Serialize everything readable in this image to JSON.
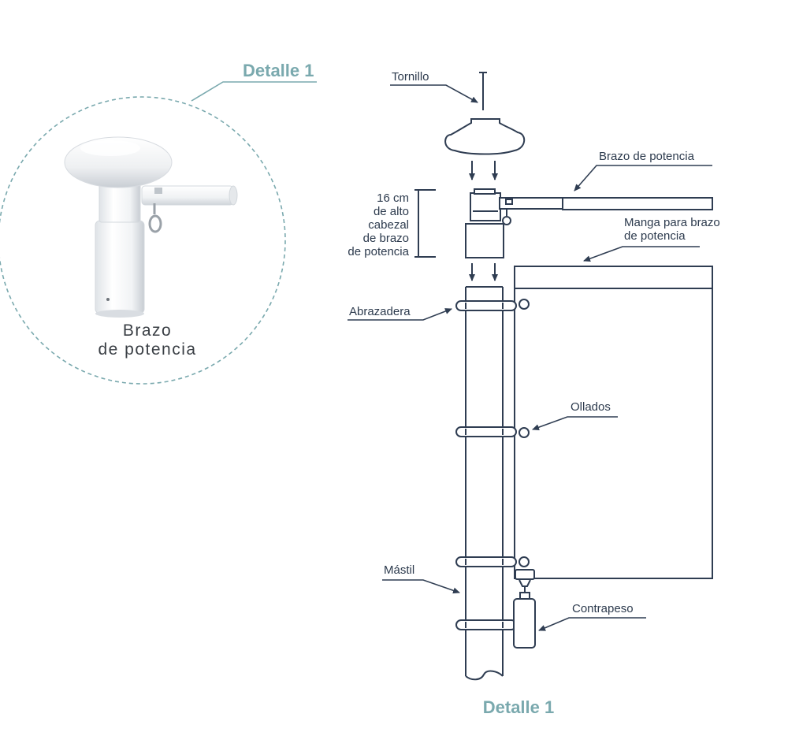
{
  "detail": {
    "title_top": "Detalle 1",
    "title_bottom": "Detalle 1",
    "caption_line1": "Brazo",
    "caption_line2": "de potencia"
  },
  "labels": {
    "tornillo": "Tornillo",
    "brazo_potencia": "Brazo de potencia",
    "height_line1": "16 cm",
    "height_line2": "de alto",
    "height_line3": "cabezal",
    "height_line4": "de brazo",
    "height_line5": "de potencia",
    "manga_line1": "Manga para brazo",
    "manga_line2": "de potencia",
    "abrazadera": "Abrazadera",
    "ollados": "Ollados",
    "mastil": "Mástil",
    "contrapeso": "Contrapeso"
  },
  "colors": {
    "accent": "#7aa9ae",
    "line": "#2f3d52",
    "text": "#2c3a4d"
  }
}
